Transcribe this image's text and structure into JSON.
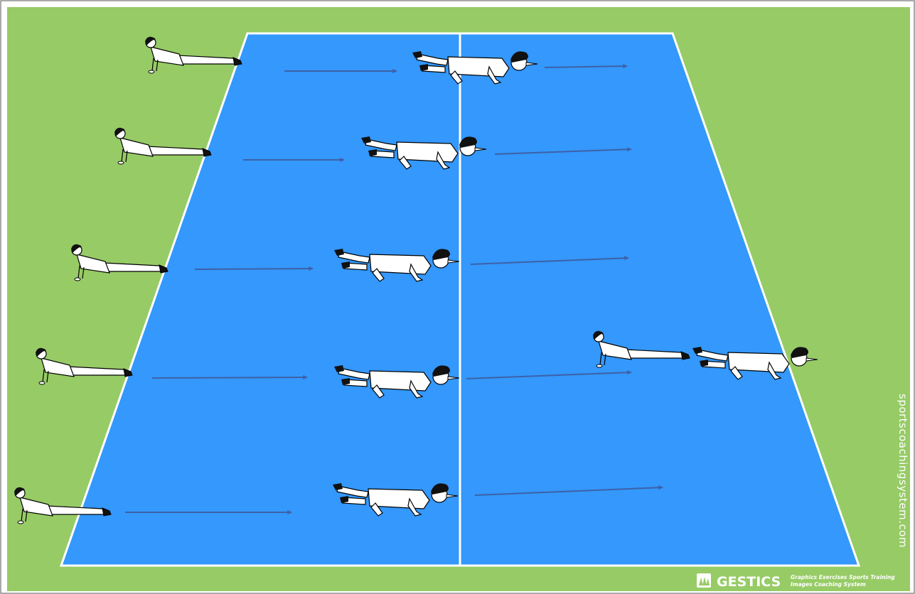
{
  "diagram": {
    "title": "",
    "colors": {
      "grass": "#97cb66",
      "court": "#3498fc",
      "lines": "#ffffff",
      "arrow": "#3d61a8",
      "border": "#555555"
    },
    "icons": [
      "player-plank-icon",
      "player-crawl-icon",
      "direction-arrow-icon",
      "gestics-logo-icon"
    ]
  },
  "watermark": "sportscoachingsystem.com",
  "branding": {
    "name": "GESTICS",
    "tagline_1": "Graphics Exercises Sports Training",
    "tagline_2": "Images Coaching System"
  }
}
